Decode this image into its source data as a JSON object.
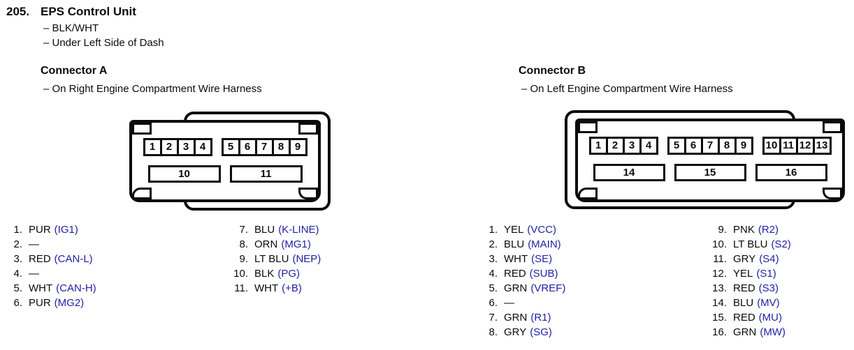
{
  "page": {
    "number": "205.",
    "title": "EPS Control Unit",
    "attributes": [
      "– BLK/WHT",
      "– Under Left Side of Dash"
    ]
  },
  "colors": {
    "ink": "#0a0a0a",
    "signal_blue": "#2121a3",
    "background": "#ffffff"
  },
  "connector_a": {
    "heading": "Connector A",
    "location": "– On Right Engine Compartment Wire Harness",
    "pin_groups": [
      [
        "1",
        "2",
        "3",
        "4"
      ],
      [
        "5",
        "6",
        "7",
        "8",
        "9"
      ]
    ],
    "bottom_pins": [
      "10",
      "11"
    ],
    "pins": [
      {
        "num": "1.",
        "wire": "PUR",
        "signal": "(IG1)"
      },
      {
        "num": "2.",
        "wire": "—",
        "signal": ""
      },
      {
        "num": "3.",
        "wire": "RED",
        "signal": "(CAN-L)"
      },
      {
        "num": "4.",
        "wire": "—",
        "signal": ""
      },
      {
        "num": "5.",
        "wire": "WHT",
        "signal": "(CAN-H)"
      },
      {
        "num": "6.",
        "wire": "PUR",
        "signal": "(MG2)"
      },
      {
        "num": "7.",
        "wire": "BLU",
        "signal": "(K-LINE)"
      },
      {
        "num": "8.",
        "wire": "ORN",
        "signal": "(MG1)"
      },
      {
        "num": "9.",
        "wire": "LT BLU",
        "signal": "(NEP)"
      },
      {
        "num": "10.",
        "wire": "BLK",
        "signal": "(PG)"
      },
      {
        "num": "11.",
        "wire": "WHT",
        "signal": "(+B)"
      }
    ]
  },
  "connector_b": {
    "heading": "Connector B",
    "location": "– On Left Engine Compartment Wire Harness",
    "pin_groups": [
      [
        "1",
        "2",
        "3",
        "4"
      ],
      [
        "5",
        "6",
        "7",
        "8",
        "9"
      ],
      [
        "10",
        "11",
        "12",
        "13"
      ]
    ],
    "bottom_pins": [
      "14",
      "15",
      "16"
    ],
    "pins": [
      {
        "num": "1.",
        "wire": "YEL",
        "signal": "(VCC)"
      },
      {
        "num": "2.",
        "wire": "BLU",
        "signal": "(MAIN)"
      },
      {
        "num": "3.",
        "wire": "WHT",
        "signal": "(SE)"
      },
      {
        "num": "4.",
        "wire": "RED",
        "signal": "(SUB)"
      },
      {
        "num": "5.",
        "wire": "GRN",
        "signal": "(VREF)"
      },
      {
        "num": "6.",
        "wire": "—",
        "signal": ""
      },
      {
        "num": "7.",
        "wire": "GRN",
        "signal": "(R1)"
      },
      {
        "num": "8.",
        "wire": "GRY",
        "signal": "(SG)"
      },
      {
        "num": "9.",
        "wire": "PNK",
        "signal": "(R2)"
      },
      {
        "num": "10.",
        "wire": "LT BLU",
        "signal": "(S2)"
      },
      {
        "num": "11.",
        "wire": "GRY",
        "signal": "(S4)"
      },
      {
        "num": "12.",
        "wire": "YEL",
        "signal": "(S1)"
      },
      {
        "num": "13.",
        "wire": "RED",
        "signal": "(S3)"
      },
      {
        "num": "14.",
        "wire": "BLU",
        "signal": "(MV)"
      },
      {
        "num": "15.",
        "wire": "RED",
        "signal": "(MU)"
      },
      {
        "num": "16.",
        "wire": "GRN",
        "signal": "(MW)"
      }
    ]
  }
}
